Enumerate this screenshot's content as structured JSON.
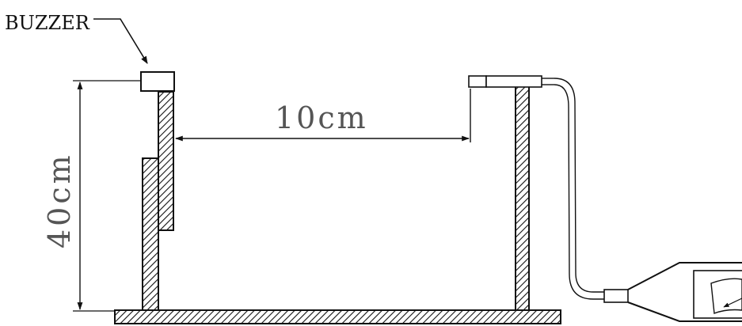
{
  "diagram": {
    "labels": {
      "buzzer": "BUZZER",
      "distance": "10cm",
      "height": "40cm"
    },
    "components": {
      "buzzer": "buzzer-block",
      "microphone": "microphone-probe",
      "meter": "sound-level-meter"
    },
    "colors": {
      "line": "#111111",
      "dimension_text": "#555555",
      "background": "#ffffff"
    }
  }
}
